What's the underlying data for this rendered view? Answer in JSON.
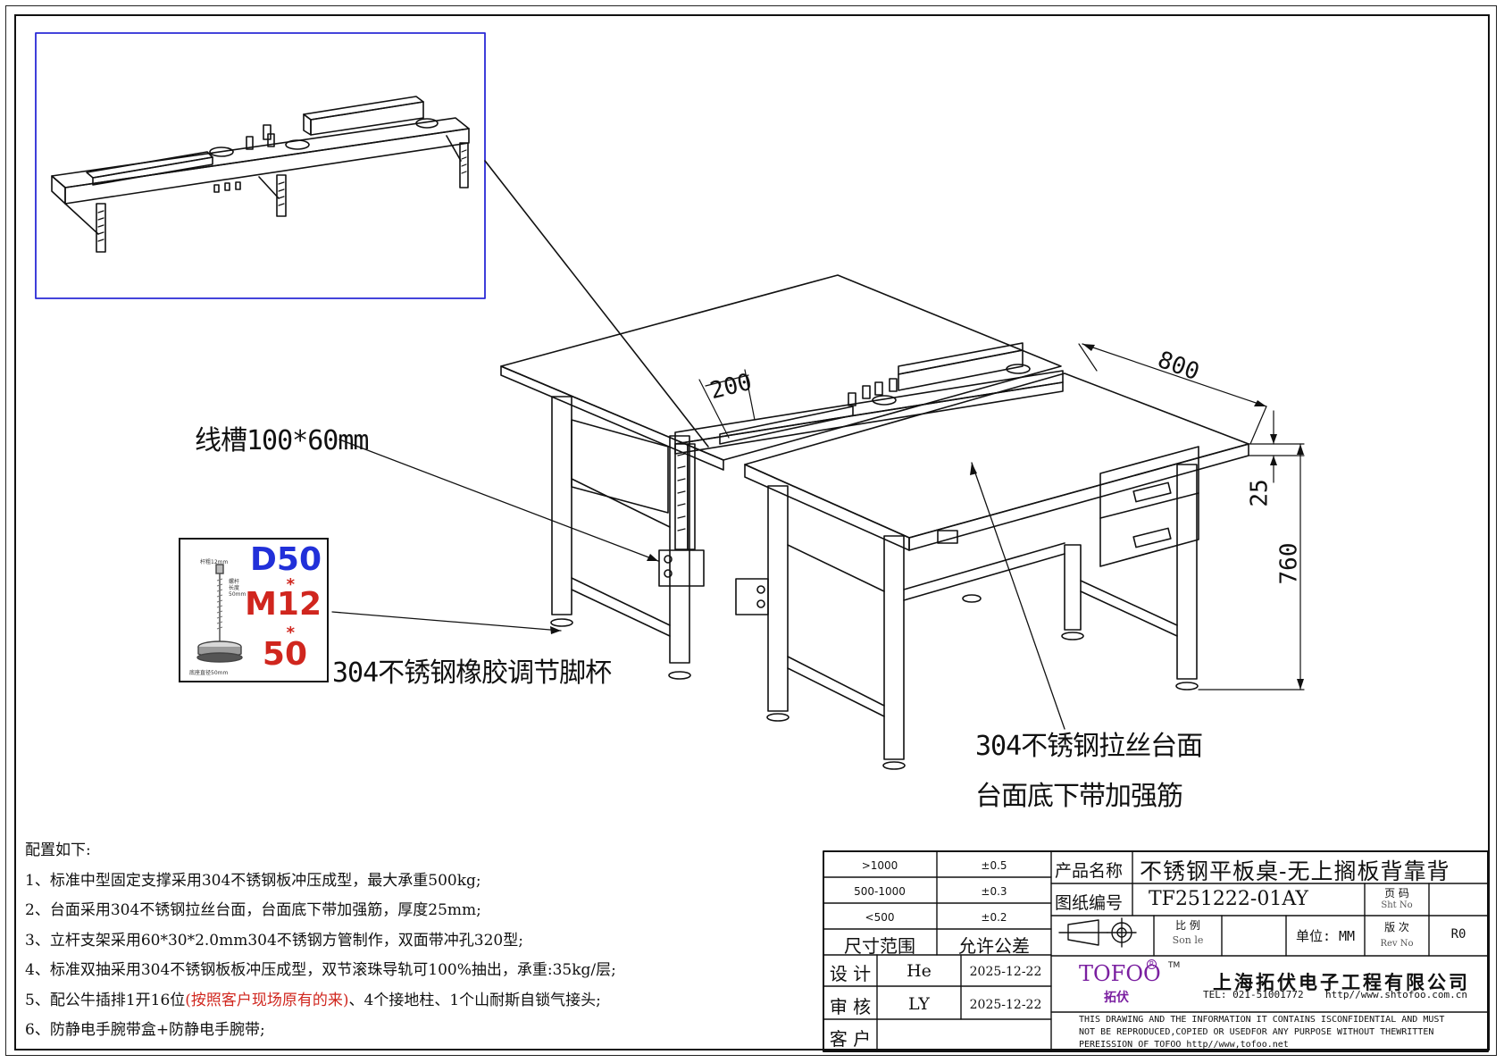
{
  "callouts": {
    "cable_trough": "线槽100*60mm",
    "foot_cup": "304不锈钢橡胶调节脚杯",
    "tabletop_line1": "304不锈钢拉丝台面",
    "tabletop_line2": "台面底下带加强筋"
  },
  "dimensions": {
    "shelf_depth": "200",
    "table_depth": "800",
    "top_thickness": "25",
    "table_height": "760"
  },
  "foot_spec": {
    "d": "D50",
    "star": "*",
    "m": "M12",
    "h": "50",
    "note_rod": "杆粗12mm",
    "note_thread": "螺杆长度50mm",
    "note_base": "底座直径50mm"
  },
  "notes": {
    "heading": "配置如下:",
    "lines": [
      "1、标准中型固定支撑采用304不锈钢板冲压成型，最大承重500kg;",
      "2、台面采用304不锈钢拉丝台面，台面底下带加强筋，厚度25mm;",
      "3、立杆支架采用60*30*2.0mm304不锈钢方管制作，双面带冲孔320型;",
      "4、标准双抽采用304不锈钢板板冲压成型，双节滚珠导轨可100%抽出，承重:35kg/层;"
    ],
    "line5_a": "5、配公牛插排1开16位",
    "line5_red": "(按照客户现场原有的来)",
    "line5_b": "、4个接地柱、1个山耐斯自锁气接头;",
    "line6": "6、防静电手腕带盒+防静电手腕带;"
  },
  "title_block": {
    "tol_rows": [
      {
        "range": ">1000",
        "tol": "±0.5"
      },
      {
        "range": "500-1000",
        "tol": "±0.3"
      },
      {
        "range": "<500",
        "tol": "±0.2"
      }
    ],
    "size_range_label": "尺寸范围",
    "tolerance_label": "允许公差",
    "design_label": "设 计",
    "design_name": "He",
    "design_date": "2025-12-22",
    "review_label": "审 核",
    "review_name": "LY",
    "review_date": "2025-12-22",
    "customer_label": "客 户",
    "product_name_label": "产品名称",
    "product_name": "不锈钢平板桌-无上搁板背靠背",
    "drawing_no_label": "图纸编号",
    "drawing_no": "TF251222-01AY",
    "page_label": "页  码",
    "page_label_en": "Sht  No",
    "scale_label": "比  例",
    "scale_label_en": "Son le",
    "unit_label": "单位: MM",
    "version_label": "版  次",
    "version_label_en": "Rev  No",
    "version": "R0",
    "brand": "TOFOO",
    "brand_reg": "R",
    "brand_tm": "TM",
    "brand_cn": "拓伏",
    "company": "上海拓伏电子工程有限公司",
    "tel": "TEL: 021-51001772",
    "website": "http//www.shtofoo.com.cn",
    "disclaimer": [
      "THIS DRAWING AND THE INFORMATION IT CONTAINS ISCONFIDENTIAL AND MUST",
      "NOT BE REPRODUCED,COPIED OR USEDFOR ANY PURPOSE WITHOUT THEWRITTEN",
      "PEREISSION OF TOFOO  http//www,tofoo.net"
    ]
  },
  "colors": {
    "line": "#111111",
    "inset_border": "#2a2ad6",
    "d50_blue": "#2130d9",
    "spec_red": "#d0261e",
    "brand_purple": "#7a1fa0"
  }
}
